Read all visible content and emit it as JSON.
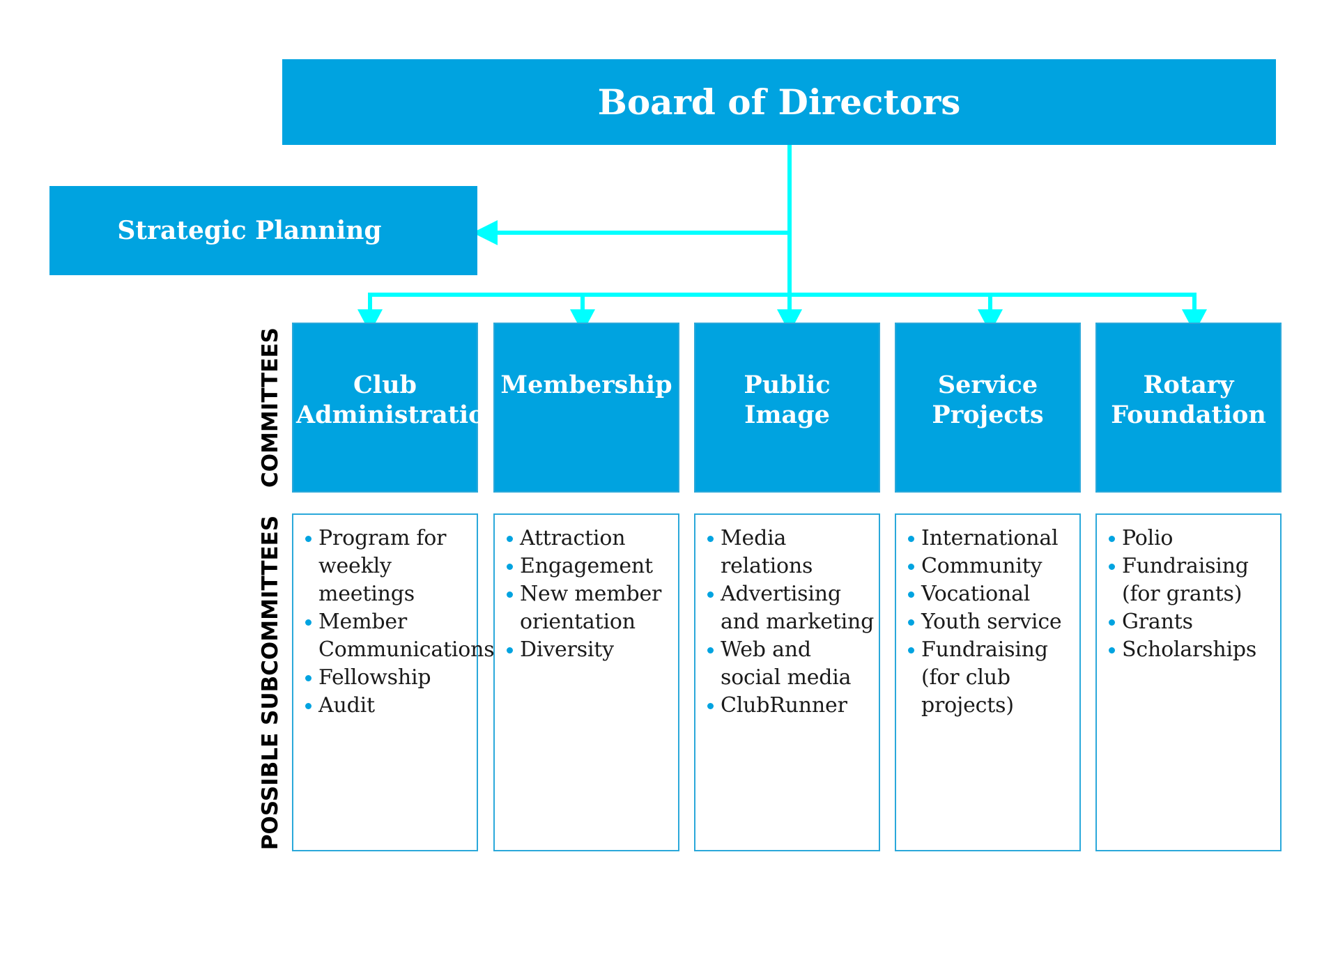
{
  "colors": {
    "box_fill": "#00a3e0",
    "connector": "#00ffff",
    "box_border": "#2aa8da",
    "bullet": "#00a3e0"
  },
  "board": {
    "title": "Board of Directors"
  },
  "strategic": {
    "title": "Strategic Planning"
  },
  "labels": {
    "committees": "COMMITTEES",
    "subcommittees": "POSSIBLE SUBCOMMITTEES"
  },
  "committees": [
    {
      "title_lines": [
        "Club",
        "Administration"
      ],
      "subcommittees": [
        "Program for weekly meetings",
        "Member Communications",
        "Fellowship",
        "Audit"
      ]
    },
    {
      "title_lines": [
        "Membership"
      ],
      "subcommittees": [
        "Attraction",
        "Engagement",
        "New member orientation",
        "Diversity"
      ]
    },
    {
      "title_lines": [
        "Public",
        "Image"
      ],
      "subcommittees": [
        "Media relations",
        "Advertising and marketing",
        "Web and social media",
        "ClubRunner"
      ]
    },
    {
      "title_lines": [
        "Service",
        "Projects"
      ],
      "subcommittees": [
        "International",
        "Community",
        "Vocational",
        "Youth service",
        "Fundraising (for club projects)"
      ]
    },
    {
      "title_lines": [
        "Rotary",
        "Foundation"
      ],
      "subcommittees": [
        "Polio",
        "Fundraising (for grants)",
        "Grants",
        "Scholarships"
      ]
    }
  ]
}
